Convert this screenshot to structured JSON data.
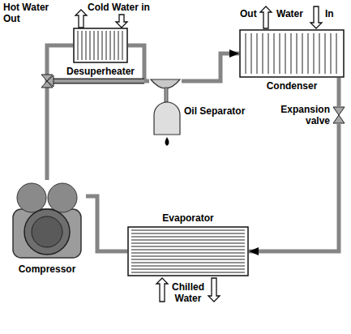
{
  "diagram": {
    "nodes": [
      {
        "text": [
          "Desuperheater"
        ]
      },
      {
        "text": [
          "Condenser"
        ]
      },
      {
        "text": [
          "Oil Separator"
        ]
      },
      {
        "text": [
          "Expansion valve"
        ]
      },
      {
        "text": [
          "Evaporator"
        ]
      },
      {
        "text": [
          "Compressor"
        ]
      }
    ],
    "edges": [
      {
        "from": 5,
        "to": 0,
        "arrow": "none"
      },
      {
        "from": 0,
        "to": 2,
        "arrow": "none"
      },
      {
        "from": 2,
        "to": 1,
        "arrow": "to"
      },
      {
        "from": 1,
        "to": 3,
        "arrow": "none"
      },
      {
        "from": 3,
        "to": 4,
        "arrow": "to"
      },
      {
        "from": 4,
        "to": 5,
        "arrow": "none"
      }
    ],
    "labels": [
      "Hot Water Out",
      "Cold Water in",
      "Out",
      "Water",
      "In",
      "Chilled Water"
    ]
  }
}
